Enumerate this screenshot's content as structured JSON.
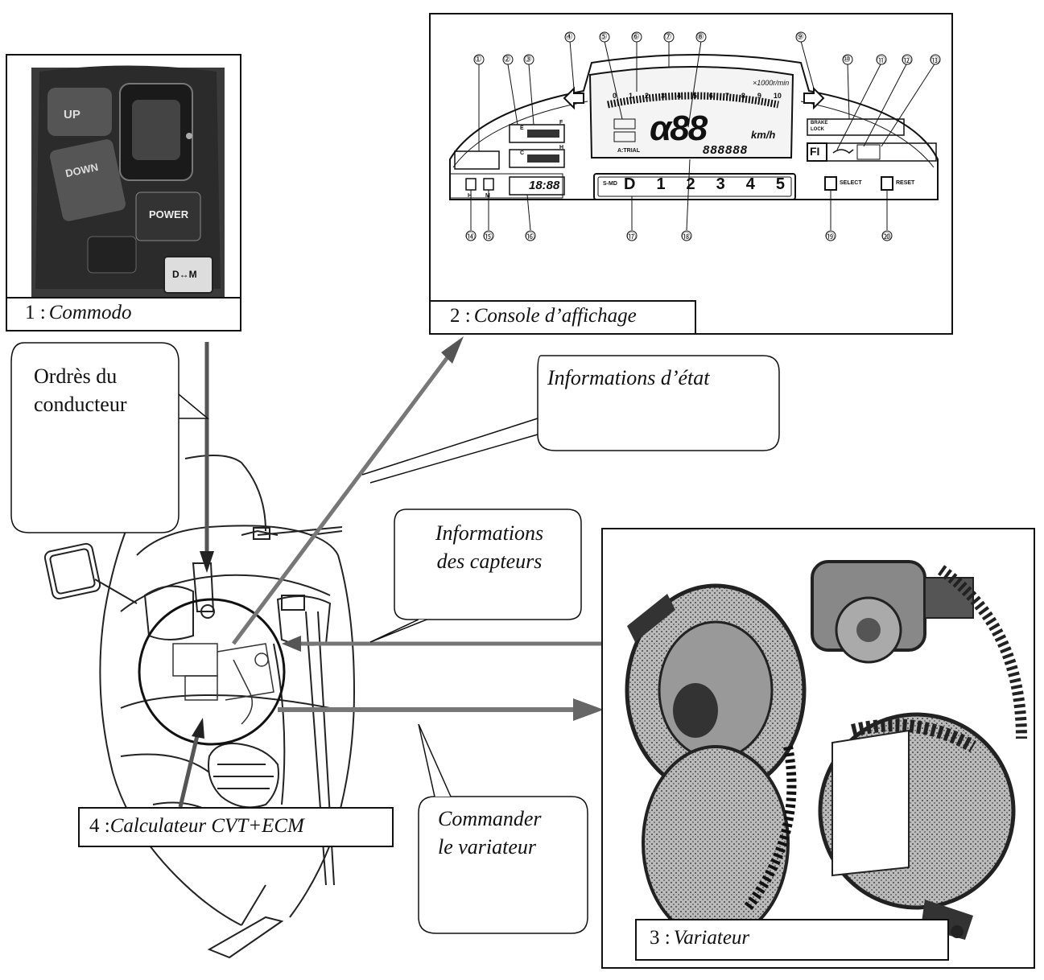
{
  "labels": {
    "commodo": {
      "num": "1 :",
      "name": "Commodo"
    },
    "console": {
      "num": "2 :",
      "name": "Console d’affichage"
    },
    "variateur": {
      "num": "3 :",
      "name": "Variateur"
    },
    "calculateur": {
      "num": "4 :",
      "name": "Calculateur CVT+ECM"
    }
  },
  "callouts": {
    "ordres": [
      "Ordrès du",
      "conducteur"
    ],
    "etat": [
      "Informations d’état"
    ],
    "capteurs": [
      "Informations",
      "des capteurs"
    ],
    "commander": [
      "Commander",
      "le variateur"
    ]
  },
  "dashboard": {
    "speed_digits": "α88",
    "speed_unit": "km/h",
    "tacho_scale": "×1000r/min",
    "tacho_ticks": [
      "0",
      "1",
      "2",
      "3",
      "4",
      "5",
      "6",
      "7",
      "8",
      "9",
      "10"
    ],
    "clock": "18:88",
    "odometer": "888888",
    "trip_label": "A:TRIAL",
    "gears": [
      "D",
      "1",
      "2",
      "3",
      "4",
      "5"
    ],
    "mode_label": "S-MD",
    "fi_label": "FI",
    "brake_lock_label": "BRAKE LOCK",
    "button_labels": {
      "h": "H",
      "m": "M",
      "select": "SELECT",
      "reset": "RESET"
    },
    "fuel_labels": {
      "empty": "E",
      "full": "F"
    },
    "temp_labels": {
      "cold": "C",
      "hot": "H"
    },
    "callout_numbers_top": [
      "①",
      "②",
      "③",
      "④",
      "⑤",
      "⑥",
      "⑦",
      "⑧",
      "⑨",
      "⑩",
      "⑪",
      "⑫",
      "⑬"
    ],
    "callout_numbers_bottom": [
      "⑭",
      "⑮",
      "⑯",
      "⑰",
      "⑱",
      "⑲",
      "⑳"
    ]
  },
  "commodo_switch": {
    "up": "UP",
    "down": "DOWN",
    "power": "POWER",
    "dm": "D↔M"
  },
  "colors": {
    "arrow": "#707070",
    "arrow_head": "#5a5a5a",
    "ink": "#111111",
    "photo_dark": "#2a2a2a"
  }
}
